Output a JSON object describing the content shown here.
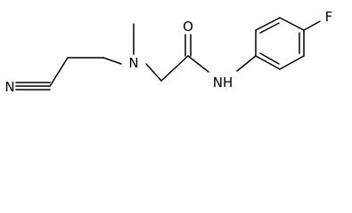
{
  "atoms": {
    "nitrile_n": "N",
    "amine_n": "N",
    "carbonyl_o": "O",
    "amide_nh": "NH",
    "fluorine": "F"
  },
  "colors": {
    "ink": "#000000",
    "background": "#ffffff"
  }
}
